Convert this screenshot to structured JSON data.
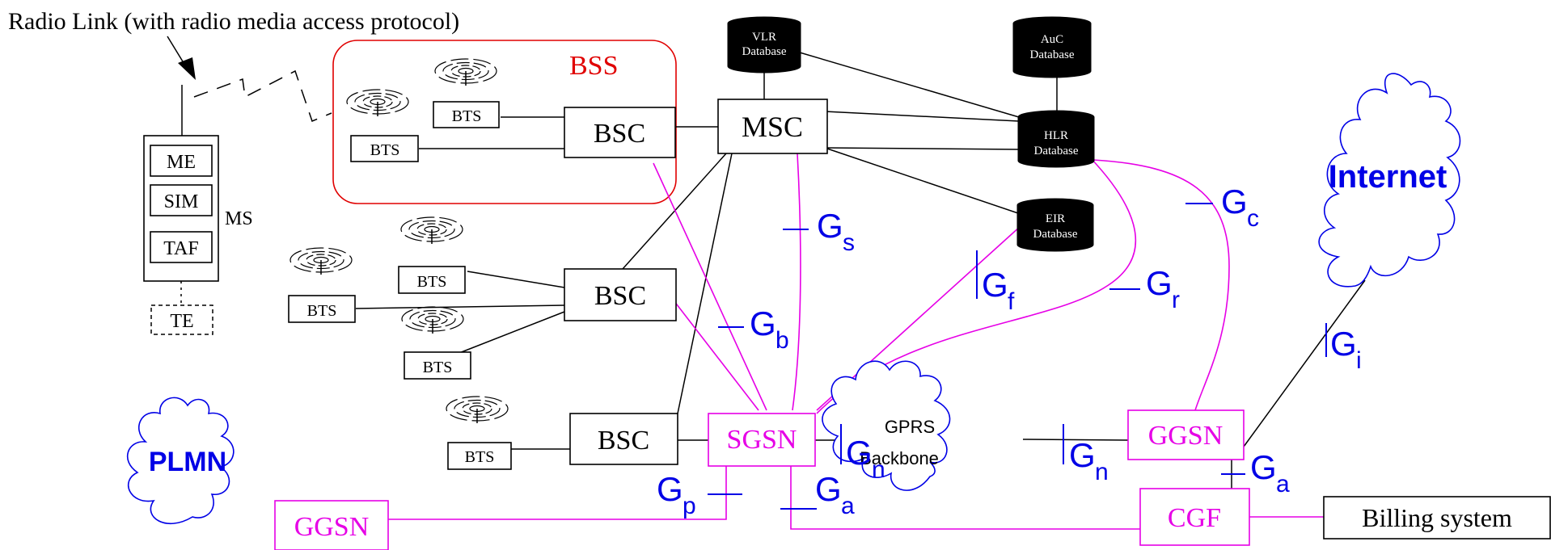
{
  "caption": "Radio Link (with radio media access protocol)",
  "bss_label": "BSS",
  "ms": {
    "label": "MS",
    "parts": [
      "ME",
      "SIM",
      "TAF"
    ],
    "te": "TE"
  },
  "bts": "BTS",
  "bsc": "BSC",
  "msc": "MSC",
  "sgsn": "SGSN",
  "ggsn": "GGSN",
  "cgf": "CGF",
  "billing": "Billing system",
  "databases": {
    "vlr": [
      "VLR",
      "Database"
    ],
    "auc": [
      "AuC",
      "Database"
    ],
    "hlr": [
      "HLR",
      "Database"
    ],
    "eir": [
      "EIR",
      "Database"
    ]
  },
  "clouds": {
    "internet": "Internet",
    "plmn": "PLMN",
    "backbone": [
      "GPRS",
      "Backbone"
    ]
  },
  "interfaces": [
    {
      "letter": "G",
      "sub": "s"
    },
    {
      "letter": "G",
      "sub": "b"
    },
    {
      "letter": "G",
      "sub": "f"
    },
    {
      "letter": "G",
      "sub": "r"
    },
    {
      "letter": "G",
      "sub": "c"
    },
    {
      "letter": "G",
      "sub": "i"
    },
    {
      "letter": "G",
      "sub": "n"
    },
    {
      "letter": "G",
      "sub": "n"
    },
    {
      "letter": "G",
      "sub": "a"
    },
    {
      "letter": "G",
      "sub": "a"
    },
    {
      "letter": "G",
      "sub": "p"
    }
  ],
  "colors": {
    "gprs": "#e600e6",
    "interface": "#0000e6",
    "bss": "#e00000"
  }
}
